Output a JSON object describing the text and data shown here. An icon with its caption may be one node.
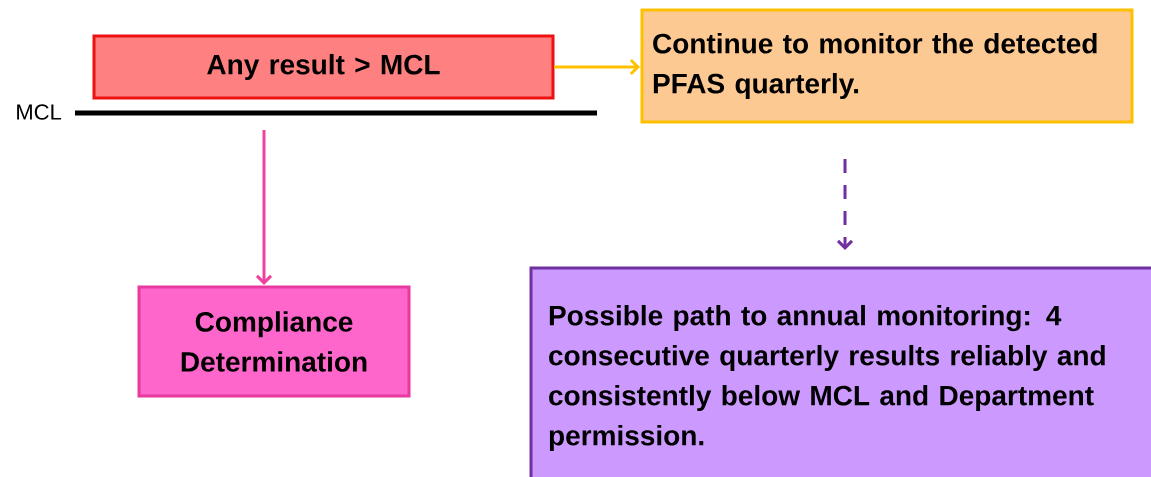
{
  "diagram": {
    "nodes": [
      {
        "text": [
          "Any result > MCL"
        ]
      },
      {
        "text": [
          "Continue to monitor the detected PFAS quarterly."
        ]
      },
      {
        "text": [
          "Compliance Determination"
        ]
      },
      {
        "text": [
          "Possible path to annual monitoring: 4 consecutive quarterly results reliably and consistently below MCL and Department permission."
        ]
      }
    ],
    "edges": [
      {
        "from": 0,
        "to": 1,
        "arrow": "to",
        "color": "#ffc000"
      },
      {
        "from": null,
        "to": 2,
        "arrow": "to",
        "color": "#f040a0"
      },
      {
        "from": 1,
        "to": 3,
        "arrow": "to",
        "style": "dashed",
        "color": "#7030a0"
      }
    ],
    "labels": [
      "MCL"
    ]
  }
}
